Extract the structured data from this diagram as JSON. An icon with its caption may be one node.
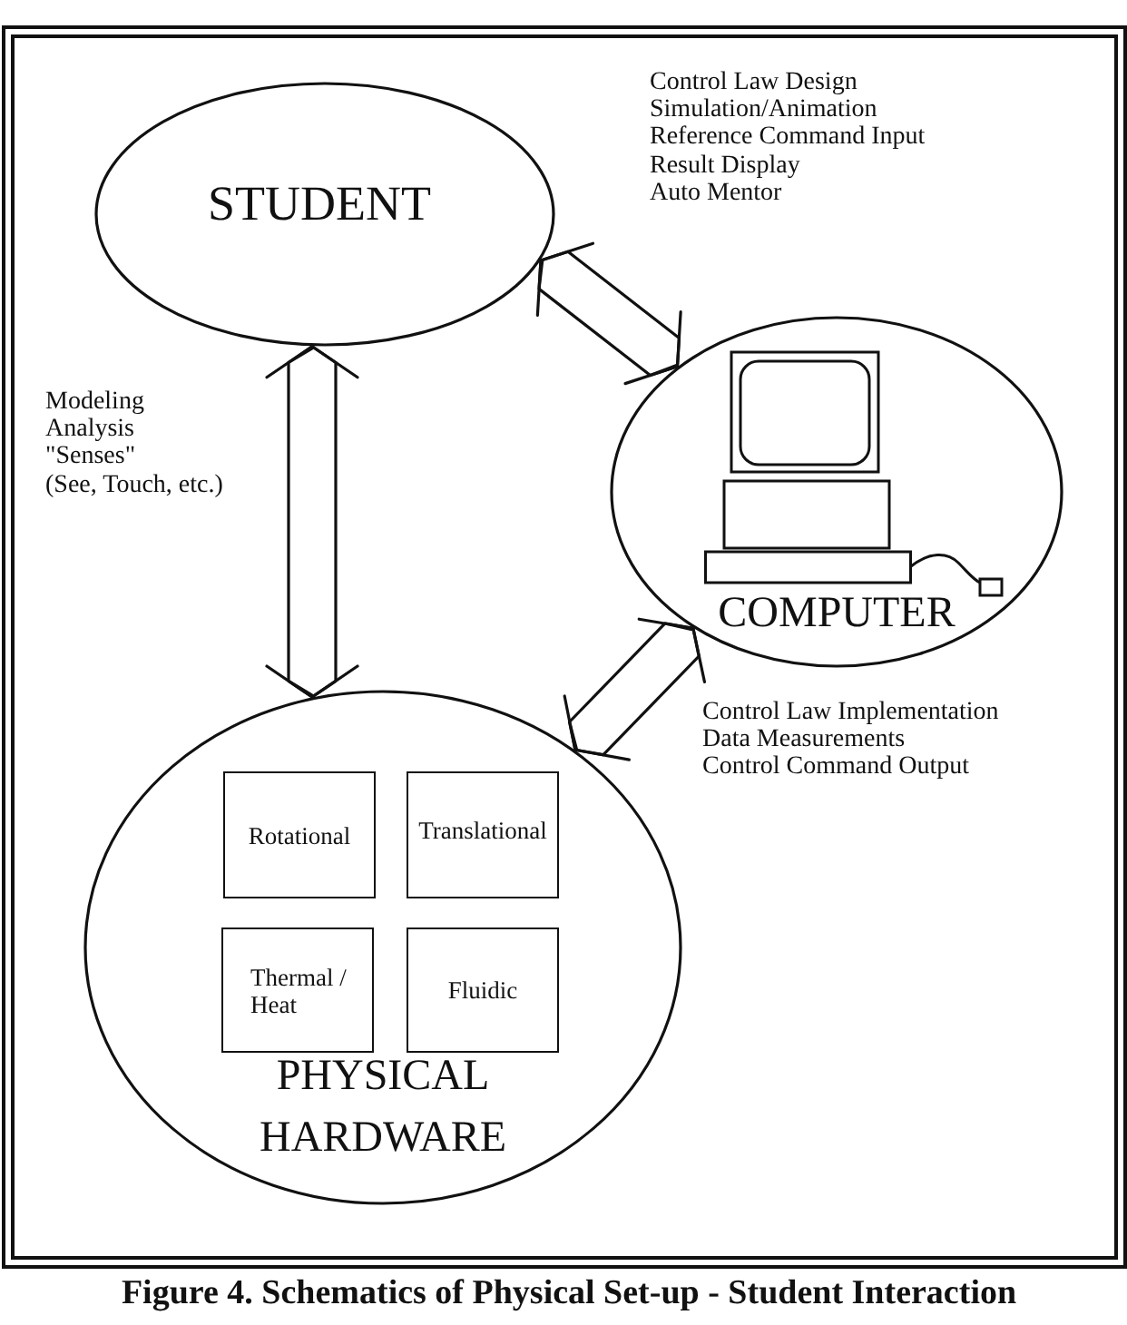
{
  "diagram": {
    "caption": "Figure 4. Schematics of Physical Set-up - Student Interaction",
    "nodes": [
      {
        "text": [
          "STUDENT"
        ]
      },
      {
        "text": [
          "COMPUTER"
        ]
      },
      {
        "text": [
          "PHYSICAL HARDWARE"
        ]
      },
      {
        "text": [
          "Rotational"
        ],
        "in": 2
      },
      {
        "text": [
          "Translational"
        ],
        "in": 2
      },
      {
        "text": [
          "Thermal / Heat"
        ],
        "in": 2
      },
      {
        "text": [
          "Fluidic"
        ],
        "in": 2
      }
    ],
    "edges": [
      {
        "from": 0,
        "to": 1,
        "arrow": "both"
      },
      {
        "from": 0,
        "to": 2,
        "arrow": "both"
      },
      {
        "from": 1,
        "to": 2,
        "arrow": "both"
      }
    ],
    "labels": [
      "Control Law Design",
      "Simulation/Animation",
      "Reference Command Input",
      "Result Display",
      "Auto Mentor",
      "Modeling",
      "Analysis",
      "\"Senses\"",
      "(See, Touch, etc.)",
      "Control Law Implementation",
      "Data Measurements",
      "Control Command Output"
    ]
  }
}
